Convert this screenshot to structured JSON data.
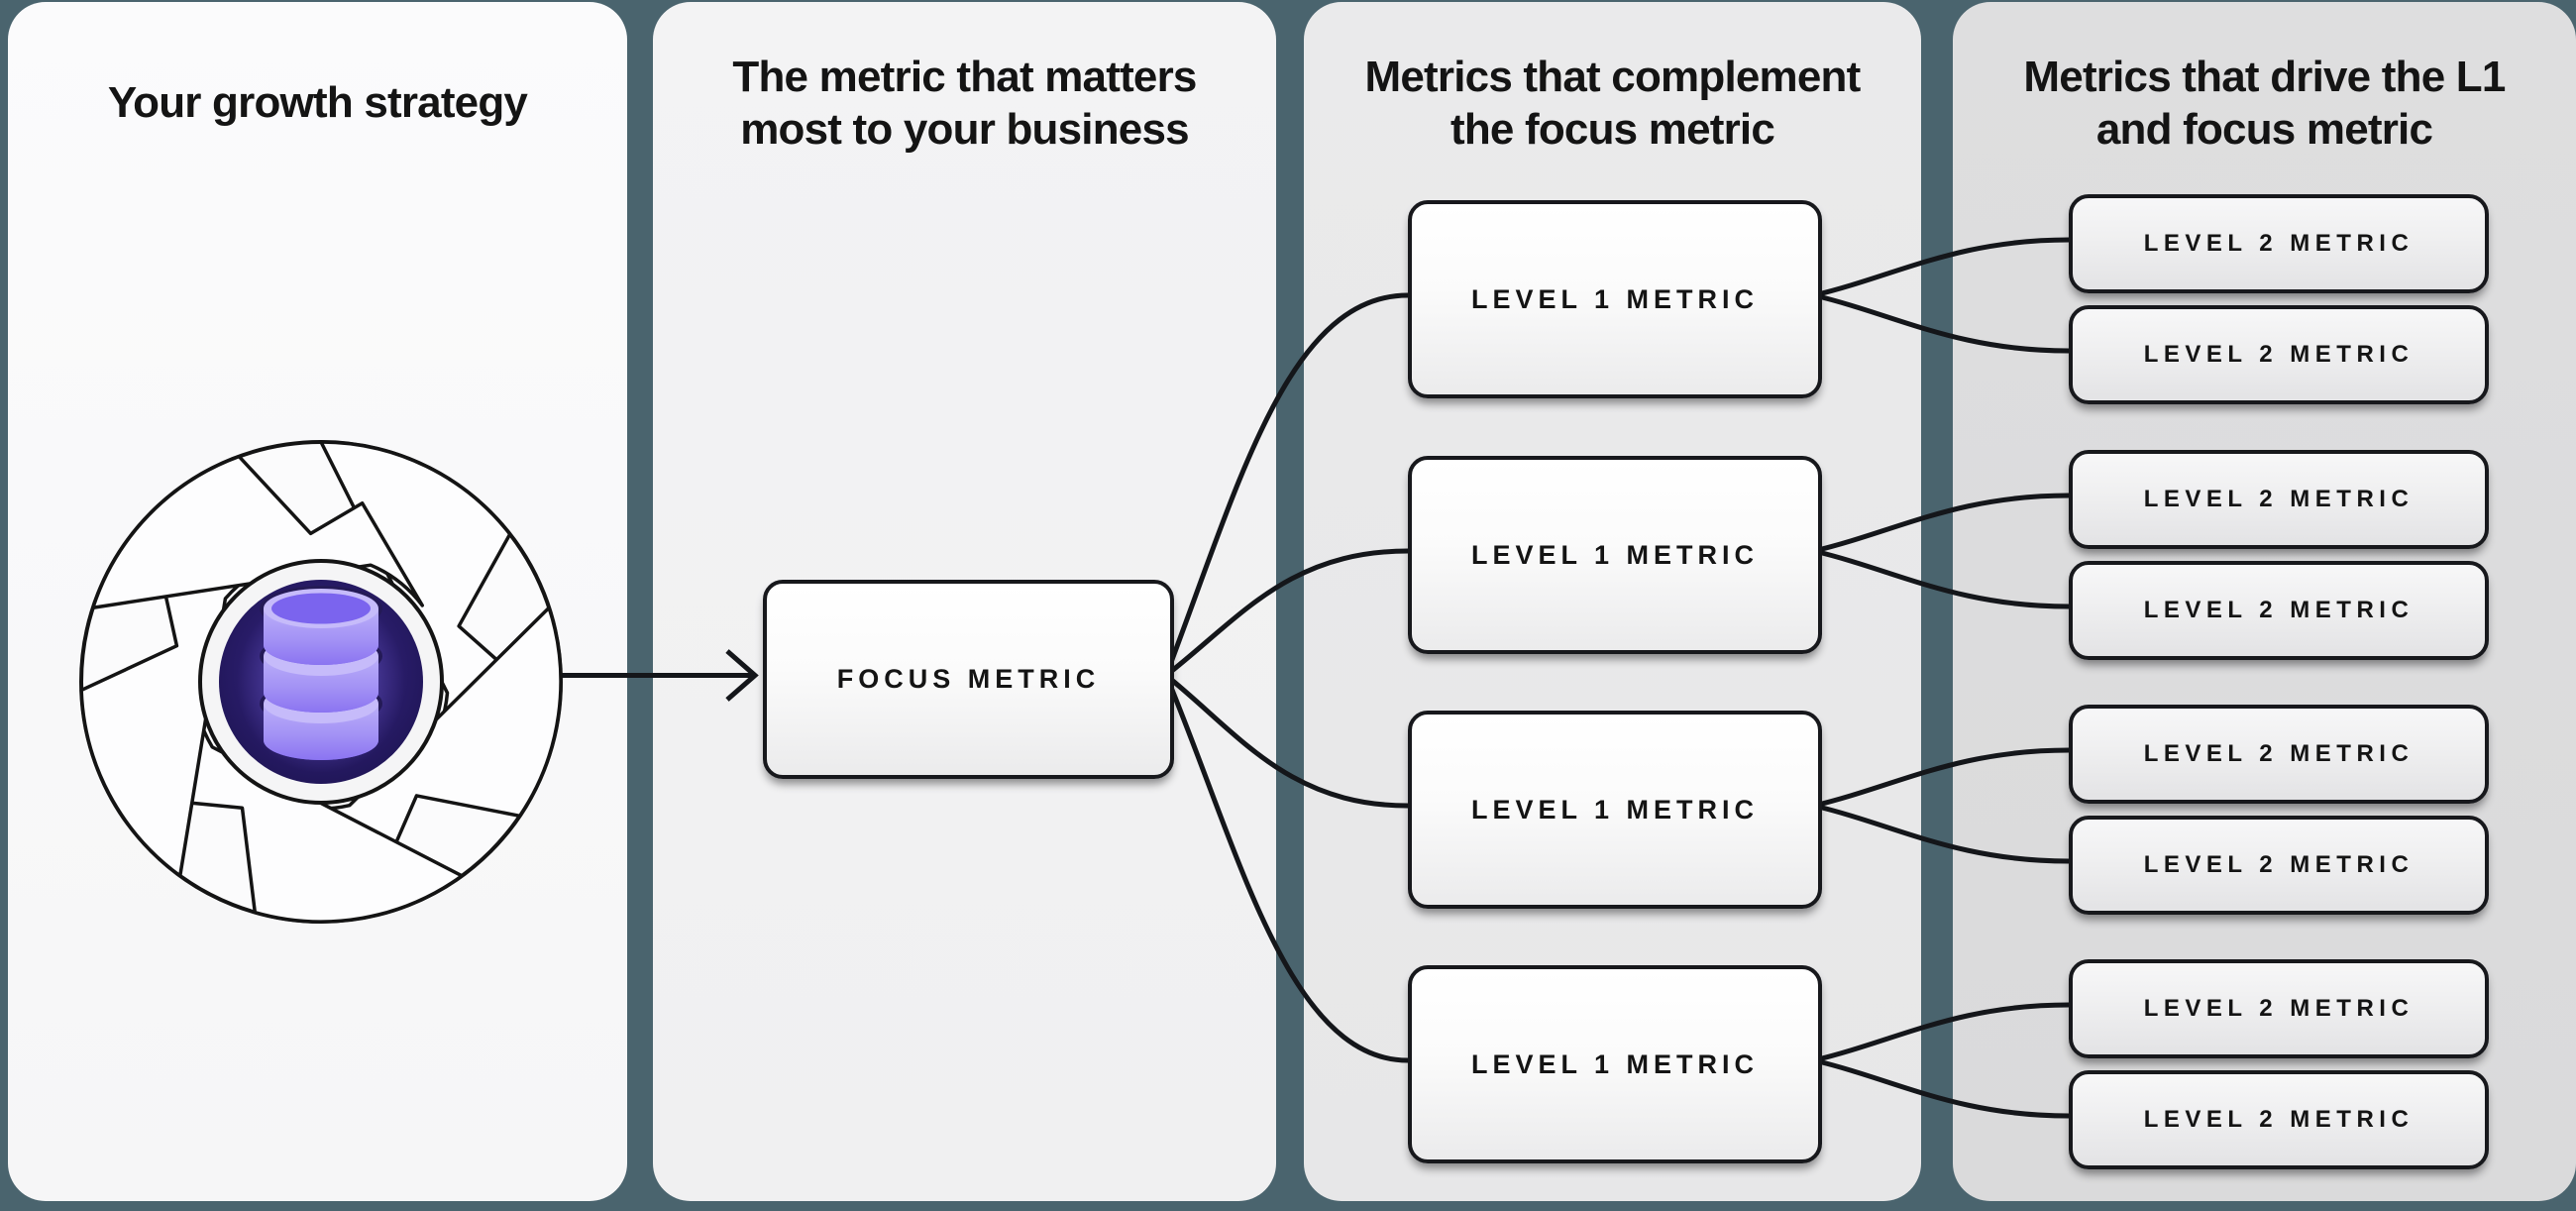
{
  "colors": {
    "background": "#4a646e",
    "line": "#14161a",
    "panel1_bg": "#fbfbfc",
    "panel2_bg": "#f3f3f4",
    "panel3_bg": "#eaeaeb",
    "panel4_bg": "#dededf",
    "node_border": "#17181c",
    "icon_dark_indigo": "#241a56",
    "icon_purple": "#7b64ee"
  },
  "panels": [
    {
      "title_lines": [
        "Your growth strategy"
      ]
    },
    {
      "title_lines": [
        "The metric that matters",
        "most to your business"
      ]
    },
    {
      "title_lines": [
        "Metrics that complement",
        "the focus metric"
      ]
    },
    {
      "title_lines": [
        "Metrics that drive the L1",
        "and focus metric"
      ]
    }
  ],
  "icon": {
    "name": "growth-loop-database"
  },
  "focus_box": {
    "label": "FOCUS METRIC"
  },
  "level1_boxes": [
    {
      "label": "LEVEL 1 METRIC"
    },
    {
      "label": "LEVEL 1 METRIC"
    },
    {
      "label": "LEVEL 1 METRIC"
    },
    {
      "label": "LEVEL 1 METRIC"
    }
  ],
  "level2_boxes": [
    {
      "label": "LEVEL 2 METRIC"
    },
    {
      "label": "LEVEL 2 METRIC"
    },
    {
      "label": "LEVEL 2 METRIC"
    },
    {
      "label": "LEVEL 2 METRIC"
    },
    {
      "label": "LEVEL 2 METRIC"
    },
    {
      "label": "LEVEL 2 METRIC"
    },
    {
      "label": "LEVEL 2 METRIC"
    },
    {
      "label": "LEVEL 2 METRIC"
    }
  ]
}
